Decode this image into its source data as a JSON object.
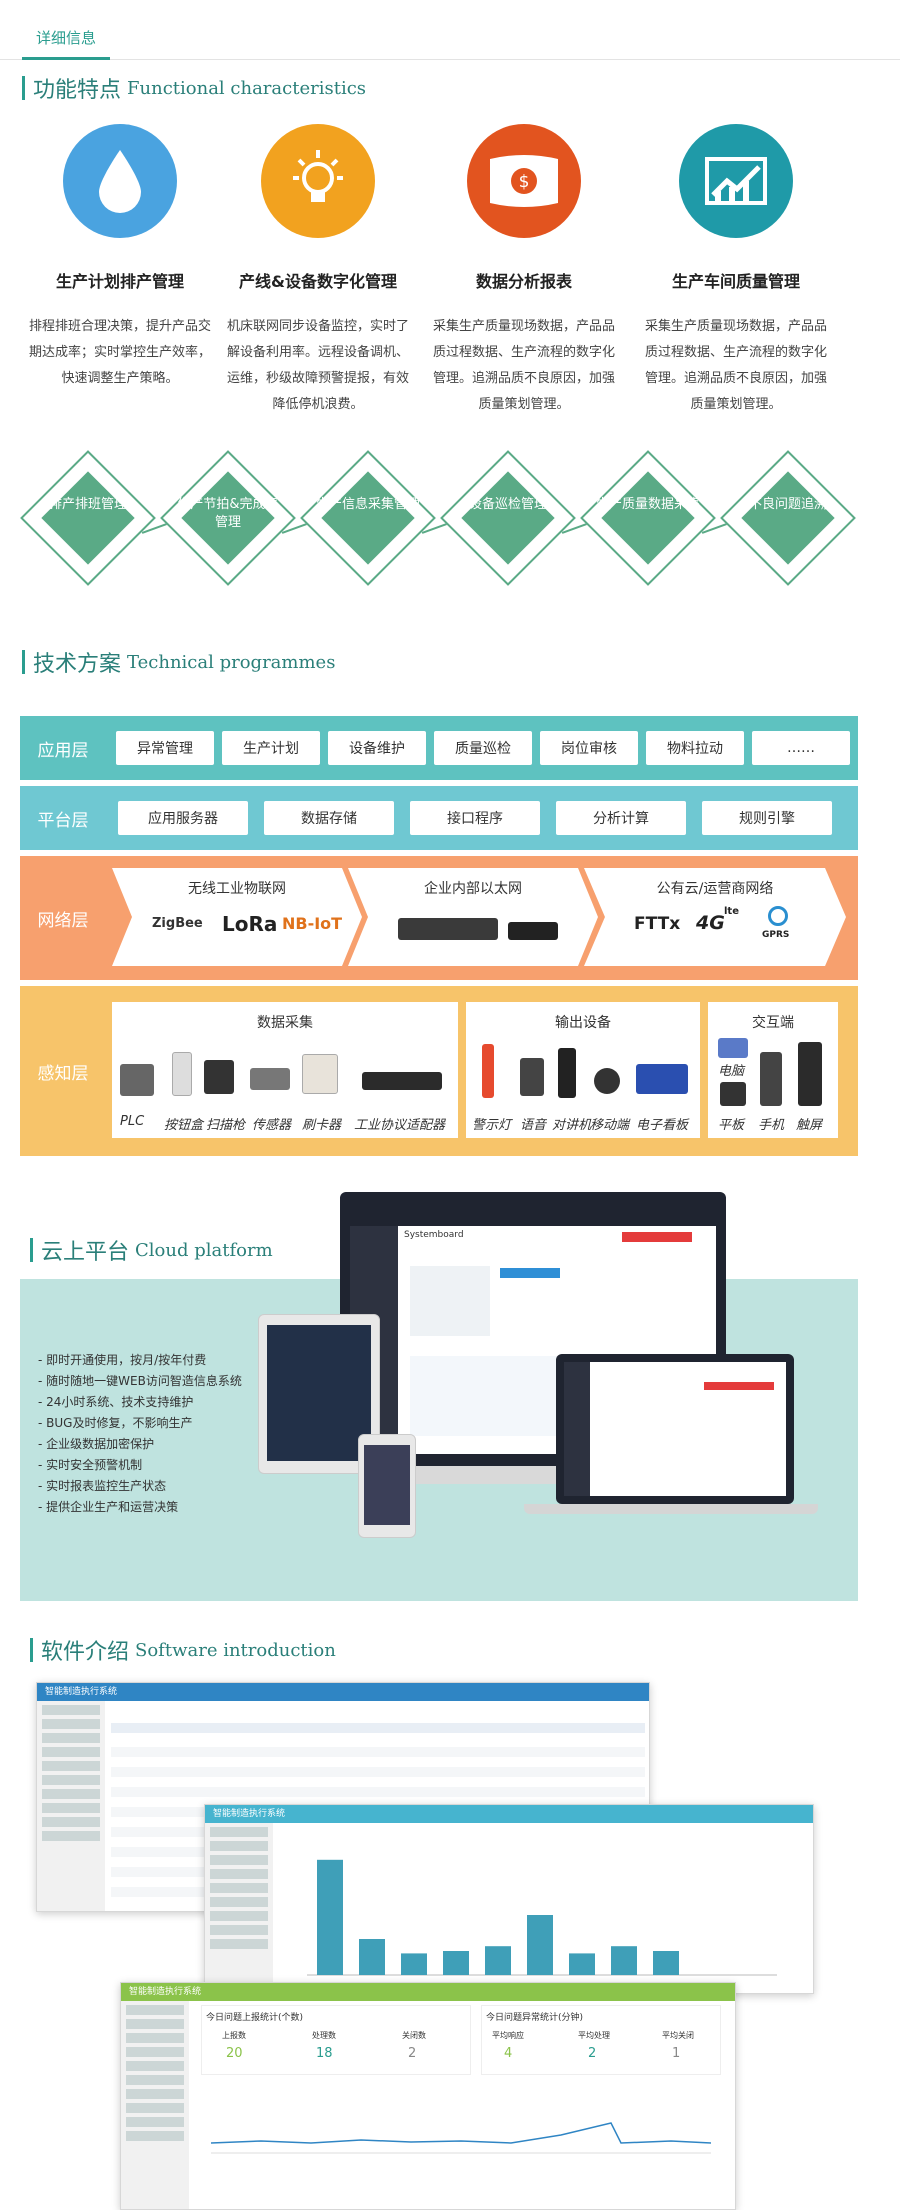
{
  "tab": {
    "label": "详细信息"
  },
  "features": {
    "title_cn": "功能特点",
    "title_en": "Functional characteristics",
    "items": [
      {
        "title": "生产计划排产管理",
        "desc": "排程排班合理决策，提升产品交期达成率；实时掌控生产效率，快速调整生产策略。",
        "color": "#4aa3e0",
        "icon": "water-drop-icon"
      },
      {
        "title": "产线&设备数字化管理",
        "desc": "机床联网同步设备监控，实时了解设备利用率。远程设备调机、运维，秒级故障预警提报，有效降低停机浪费。",
        "color": "#f2a21f",
        "icon": "lightbulb-icon"
      },
      {
        "title": "数据分析报表",
        "desc": "采集生产质量现场数据，产品品质过程数据、生产流程的数字化管理。追溯品质不良原因，加强质量策划管理。",
        "color": "#e2541f",
        "icon": "money-icon"
      },
      {
        "title": "生产车间质量管理",
        "desc": "采集生产质量现场数据，产品品质过程数据、生产流程的数字化管理。追溯品质不良原因，加强质量策划管理。",
        "color": "#1f9aa8",
        "icon": "growth-chart-icon"
      }
    ]
  },
  "flow": [
    "排产排班管理",
    "生产节拍&完成率管理",
    "生产信息采集管理",
    "设备巡检管理",
    "生产质量数据采集",
    "不良问题追溯"
  ],
  "tech": {
    "title_cn": "技术方案",
    "title_en": "Technical programmes",
    "app_layer": {
      "name": "应用层",
      "items": [
        "异常管理",
        "生产计划",
        "设备维护",
        "质量巡检",
        "岗位审核",
        "物料拉动",
        "……"
      ]
    },
    "platform_layer": {
      "name": "平台层",
      "items": [
        "应用服务器",
        "数据存储",
        "接口程序",
        "分析计算",
        "规则引擎"
      ]
    },
    "network_layer": {
      "name": "网络层",
      "groups": [
        {
          "title": "无线工业物联网",
          "logos": [
            "ZigBee",
            "LoRa",
            "NB-IoT"
          ]
        },
        {
          "title": "企业内部以太网",
          "logos": []
        },
        {
          "title": "公有云/运营商网络",
          "logos": [
            "FTTx",
            "4G",
            "lte",
            "GPRS"
          ]
        }
      ]
    },
    "sense_layer": {
      "name": "感知层",
      "groups": [
        {
          "title": "数据采集",
          "labels": [
            "PLC",
            "按钮盒",
            "扫描枪",
            "传感器",
            "刷卡器",
            "工业协议适配器"
          ]
        },
        {
          "title": "输出设备",
          "labels": [
            "警示灯",
            "语音",
            "对讲机",
            "移动端",
            "电子看板"
          ]
        },
        {
          "title": "交互端",
          "labels": [
            "电脑",
            "平板",
            "手机",
            "触屏"
          ]
        }
      ]
    }
  },
  "cloud": {
    "title_cn": "云上平台",
    "title_en": "Cloud platform",
    "bullets": [
      "- 即时开通使用，按月/按年付费",
      "- 随时随地一键WEB访问智造信息系统",
      "- 24小时系统、技术支持维护",
      "- BUG及时修复，不影响生产",
      "- 企业级数据加密保护",
      "- 实时安全预警机制",
      "- 实时报表监控生产状态",
      "- 提供企业生产和运营决策"
    ],
    "dashboard_title": "Systemboard"
  },
  "software": {
    "title_cn": "软件介绍",
    "title_en": "Software introduction",
    "win1_title": "智能制造执行系统",
    "win2_title": "智能制造执行系统",
    "win3_title": "智能制造执行系统",
    "stat_left": "今日问题上报统计(个数)",
    "stat_right": "今日问题异常统计(分钟)",
    "s_labels": [
      "上报数",
      "处理数",
      "关闭数",
      "平均响应",
      "平均处理",
      "平均关闭"
    ],
    "s_values": [
      "20",
      "18",
      "2",
      "4",
      "2",
      "1"
    ],
    "bars": [
      480,
      150,
      90,
      100,
      120,
      250,
      90,
      120,
      100
    ]
  }
}
